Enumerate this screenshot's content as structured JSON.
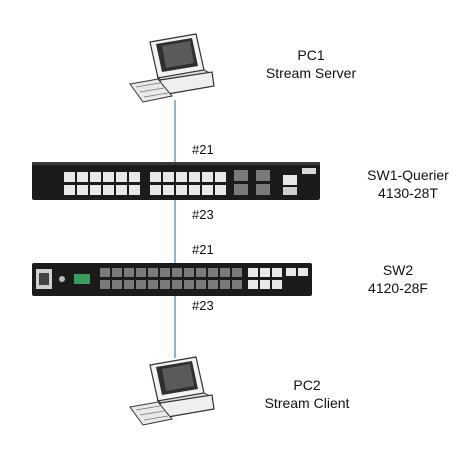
{
  "nodes": {
    "pc1": {
      "name": "PC1",
      "role": "Stream Server"
    },
    "sw1": {
      "name": "SW1-Querier",
      "model": "4130-28T"
    },
    "sw2": {
      "name": "SW2",
      "model": "4120-28F"
    },
    "pc2": {
      "name": "PC2",
      "role": "Stream Client"
    }
  },
  "links": [
    {
      "from": "pc1",
      "to": "sw1",
      "port_label": "#21"
    },
    {
      "from": "sw1",
      "to": "sw2",
      "port_label_top": "#23",
      "port_label_bottom": "#21"
    },
    {
      "from": "sw2",
      "to": "pc2",
      "port_label": "#23"
    }
  ],
  "colors": {
    "link": "#8db3d9",
    "switch_body": "#1b1b1b",
    "sfp_port": "#7a7a7a",
    "rj45_port": "#e8e8e8",
    "pc_body": "#f0f0f0"
  }
}
